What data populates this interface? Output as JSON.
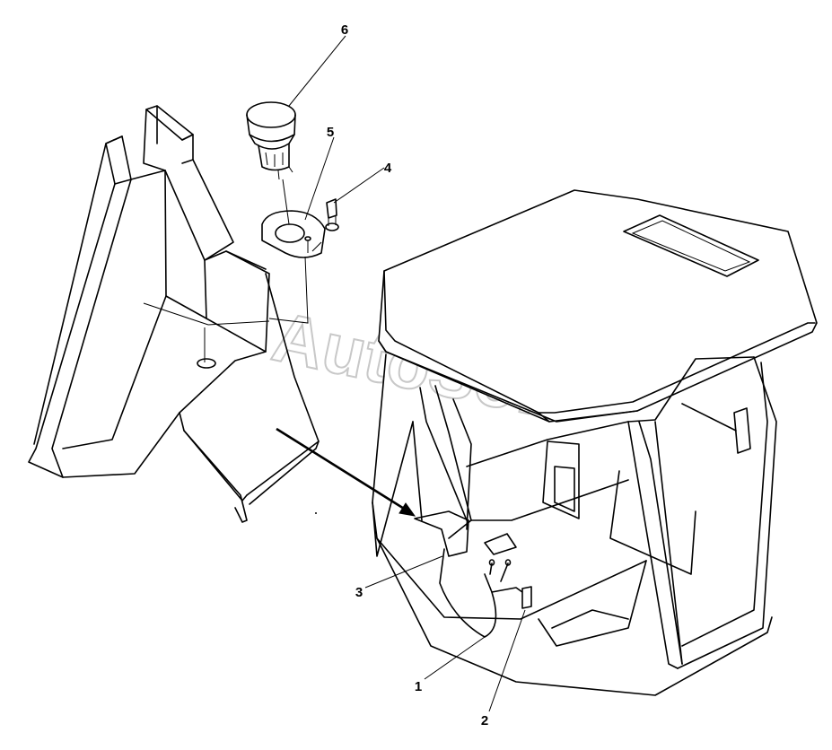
{
  "watermark": "AutoSoft",
  "callouts": [
    {
      "number": "1"
    },
    {
      "number": "2"
    },
    {
      "number": "3"
    },
    {
      "number": "4"
    },
    {
      "number": "5"
    },
    {
      "number": "6"
    }
  ]
}
